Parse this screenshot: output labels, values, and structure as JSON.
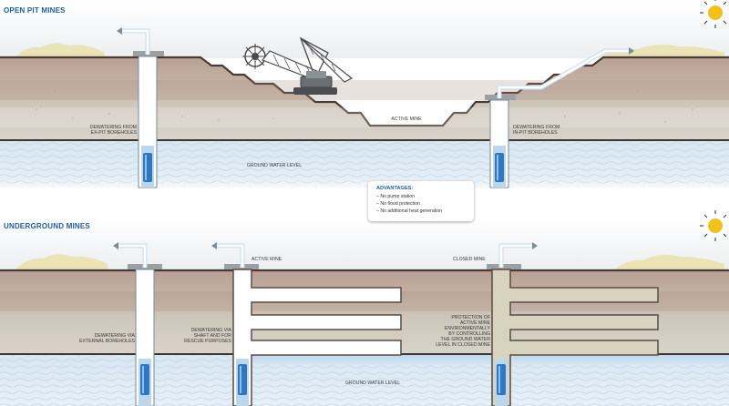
{
  "open_pit": {
    "title": "OPEN PIT MINES",
    "active_mine": "ACTIVE MINE",
    "left_label": "DEWATERING FROM\nEX-PIT BOREHOLES",
    "right_label": "DEWATERING FROM\nIN-PIT BOREHOLES",
    "ground_water": "GROUND WATER LEVEL"
  },
  "advantages": {
    "title": "ADVANTAGES:",
    "items": [
      "– No pump station",
      "– No flood protection",
      "– No additional heat generation"
    ]
  },
  "underground": {
    "title": "UNDERGROUND MINES",
    "active_mine": "ACTIVE MINE",
    "closed_mine": "CLOSED MINE",
    "label_external": "DEWATERING VIA\nEXTERNAL BOREHOLES",
    "label_shaft": "DEWATERING VIA\nSHAFT AND FOR\nRESCUE PURPOSES",
    "label_protection": "PROTECTION OF\nACTIVE MINE\nENVIRONMENTALLY\nBY CONTROLLING\nTHE GROUND WATER\nLEVEL IN CLOSED MINE",
    "ground_water": "GROUND WATER LEVEL"
  },
  "colors": {
    "title_blue": "#1f5f9a",
    "water": "#cfe0ef",
    "soil_top": "#b89f93",
    "soil_mid": "#cfc7b9",
    "sun": "#f2c21a"
  }
}
